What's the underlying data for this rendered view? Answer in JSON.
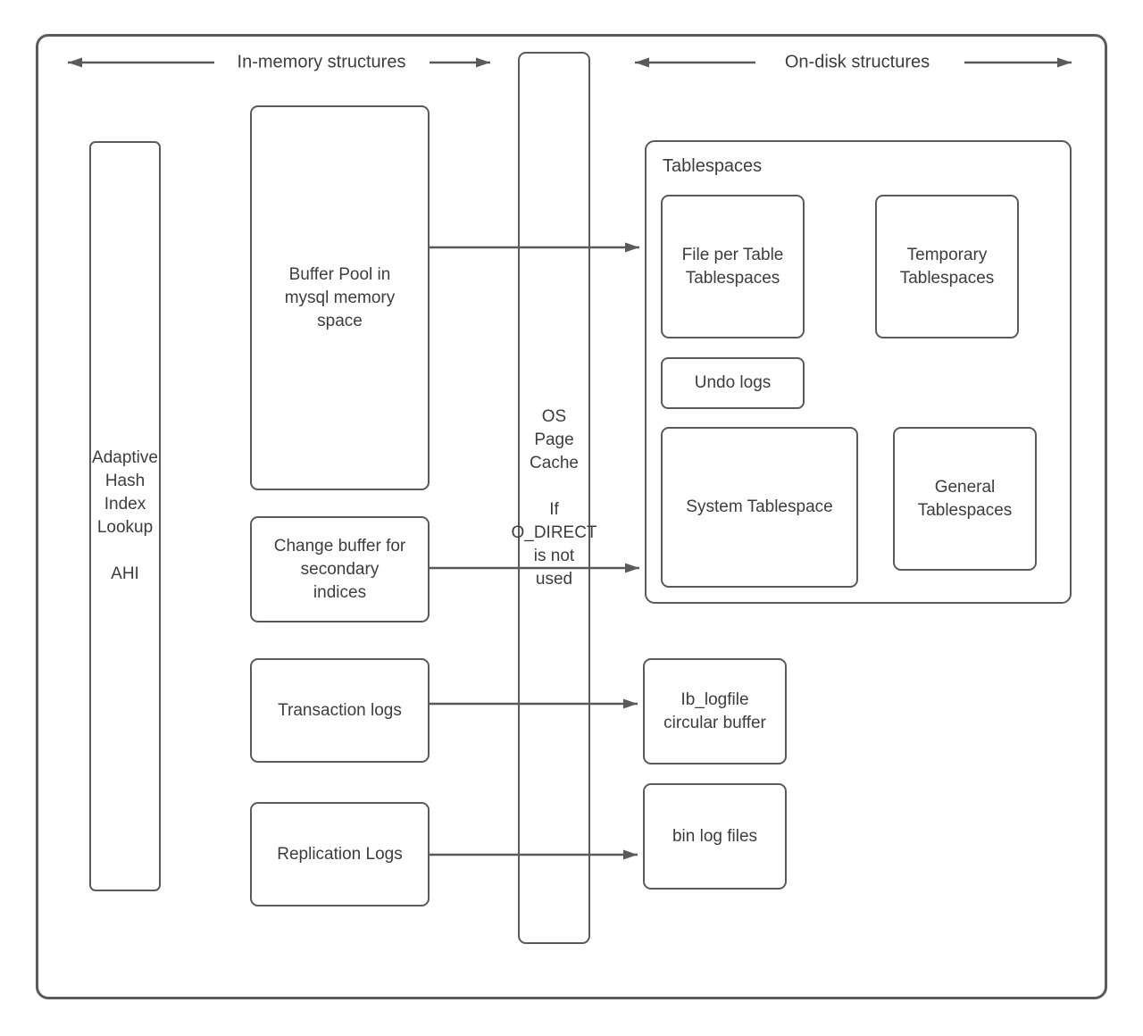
{
  "colors": {
    "stroke": "#5a5a5a",
    "text": "#3d3d3d",
    "background": "#ffffff"
  },
  "headers": {
    "in_memory": "In-memory structures",
    "on_disk": "On-disk structures"
  },
  "nodes": {
    "adaptive_hash": "Adaptive\nHash\nIndex\nLookup\n\nAHI",
    "buffer_pool": "Buffer Pool in\nmysql memory\nspace",
    "change_buffer": "Change buffer for\nsecondary\nindices",
    "transaction_logs": "Transaction logs",
    "replication_logs": "Replication Logs",
    "os_page_cache": "OS\nPage\nCache\n\nIf\nO_DIRECT\nis not\nused",
    "tablespaces_label": "Tablespaces",
    "file_per_table": "File per Table\nTablespaces",
    "temporary_tablespaces": "Temporary\nTablespaces",
    "undo_logs": "Undo logs",
    "system_tablespace": "System Tablespace",
    "general_tablespaces": "General\nTablespaces",
    "ib_logfile": "Ib_logfile\ncircular buffer",
    "bin_log_files": "bin log files"
  }
}
